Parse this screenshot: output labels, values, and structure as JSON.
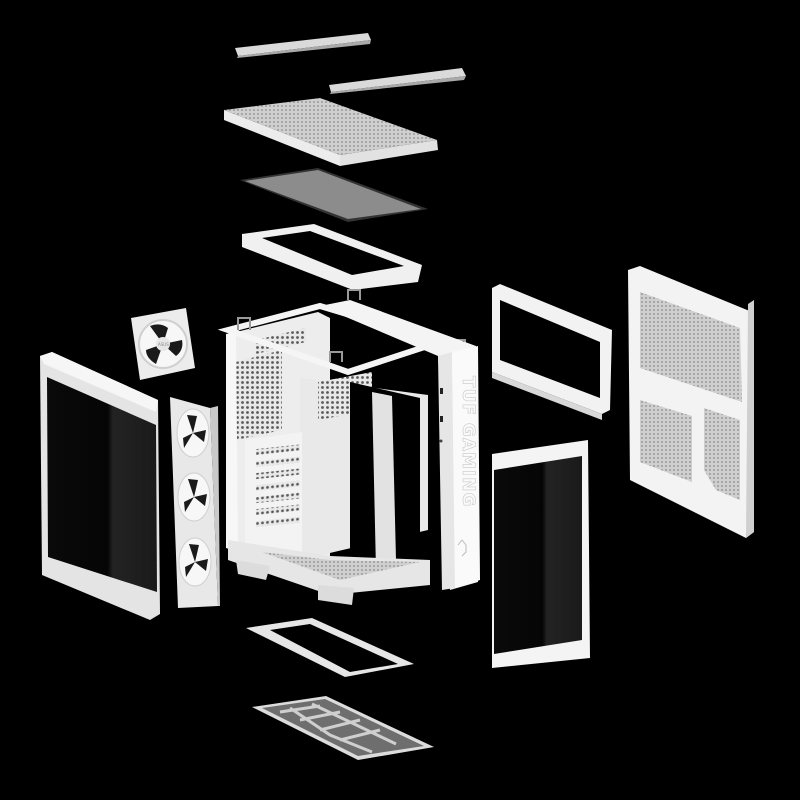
{
  "scene": {
    "title": "Exploded view of white PC case",
    "background": "#000000",
    "brand_logo_text": "TUF GAMING",
    "fan_logo_text": "ASUS"
  },
  "parts": [
    {
      "name": "top-trim-strip-1"
    },
    {
      "name": "top-trim-strip-2"
    },
    {
      "name": "top-cover-panel"
    },
    {
      "name": "top-dust-filter"
    },
    {
      "name": "top-fan-bracket"
    },
    {
      "name": "rear-fan"
    },
    {
      "name": "left-tempered-glass-panel"
    },
    {
      "name": "side-triple-fan-array"
    },
    {
      "name": "chassis"
    },
    {
      "name": "front-panel"
    },
    {
      "name": "radiator-bracket"
    },
    {
      "name": "front-tempered-glass-panel"
    },
    {
      "name": "right-side-panel"
    },
    {
      "name": "bottom-bracket"
    },
    {
      "name": "bottom-dust-filter"
    }
  ],
  "colors": {
    "body_white": "#f2f2f2",
    "shade_light": "#dcdcdc",
    "shade_mid": "#bdbdbd",
    "mesh_gray": "#a8a8a8",
    "glass_dark": "#111111",
    "filter_gray": "#6e6e6e"
  }
}
